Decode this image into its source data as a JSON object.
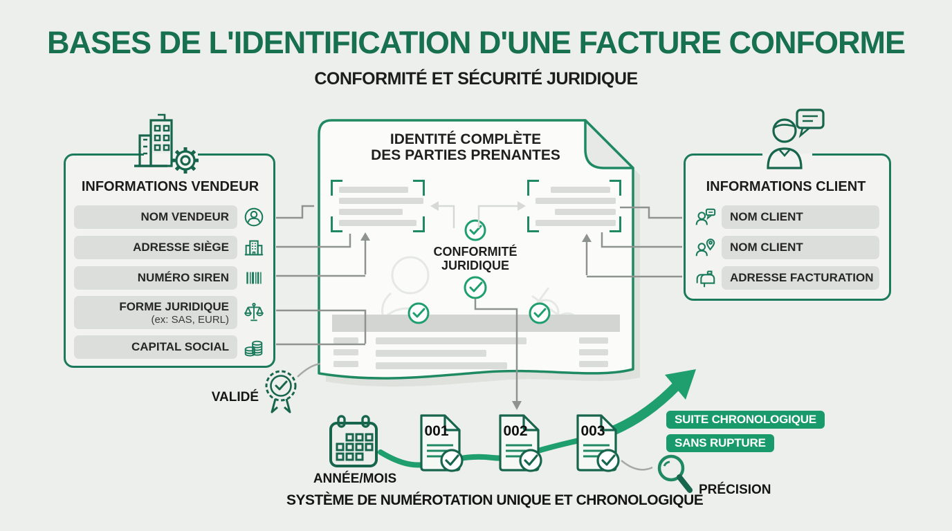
{
  "colors": {
    "accent_dark": "#17714f",
    "accent": "#1f8a62",
    "badge_green": "#189a6b",
    "icon_green": "#1b7a5c",
    "pill_gray": "#dcdedb",
    "connector_gray": "#8f938f",
    "background": "#edefec"
  },
  "header": {
    "title": "BASES DE L'IDENTIFICATION D'UNE FACTURE CONFORME",
    "subtitle": "CONFORMITÉ ET SÉCURITÉ JURIDIQUE"
  },
  "vendor_panel": {
    "title": "INFORMATIONS VENDEUR",
    "icon": "building-gear-icon",
    "rows": [
      {
        "label": "NOM VENDEUR",
        "icon": "person-circle-icon"
      },
      {
        "label": "ADRESSE SIÈGE",
        "icon": "building-icon"
      },
      {
        "label": "NUMÉRO SIREN",
        "icon": "barcode-icon"
      },
      {
        "label": "FORME JURIDIQUE",
        "sublabel": "(ex: SAS, EURL)",
        "icon": "scales-icon"
      },
      {
        "label": "CAPITAL SOCIAL",
        "icon": "coins-icon"
      }
    ]
  },
  "client_panel": {
    "title": "INFORMATIONS CLIENT",
    "icon": "person-chat-icon",
    "rows": [
      {
        "label": "NOM CLIENT",
        "icon": "person-bubble-icon"
      },
      {
        "label": "NOM CLIENT",
        "icon": "person-pin-icon"
      },
      {
        "label": "ADRESSE FACTURATION",
        "icon": "mailbox-icon"
      }
    ]
  },
  "document": {
    "title_line1": "IDENTITÉ COMPLÈTE",
    "title_line2": "DES PARTIES PRENANTES",
    "center_label_line1": "CONFORMITÉ",
    "center_label_line2": "JURIDIQUE"
  },
  "validation": {
    "label": "VALIDÉ",
    "icon": "rosette-check-icon"
  },
  "numbering": {
    "calendar_label": "ANNÉE/MOIS",
    "calendar_icon": "calendar-icon",
    "invoices": [
      "001",
      "002",
      "003"
    ],
    "caption": "SYSTÈME DE NUMÉROTATION UNIQUE ET CHRONOLOGIQUE",
    "badges": [
      "SUITE CHRONOLOGIQUE",
      "SANS RUPTURE"
    ],
    "magnifier_label": "PRÉCISION",
    "magnifier_icon": "magnifier-icon"
  }
}
